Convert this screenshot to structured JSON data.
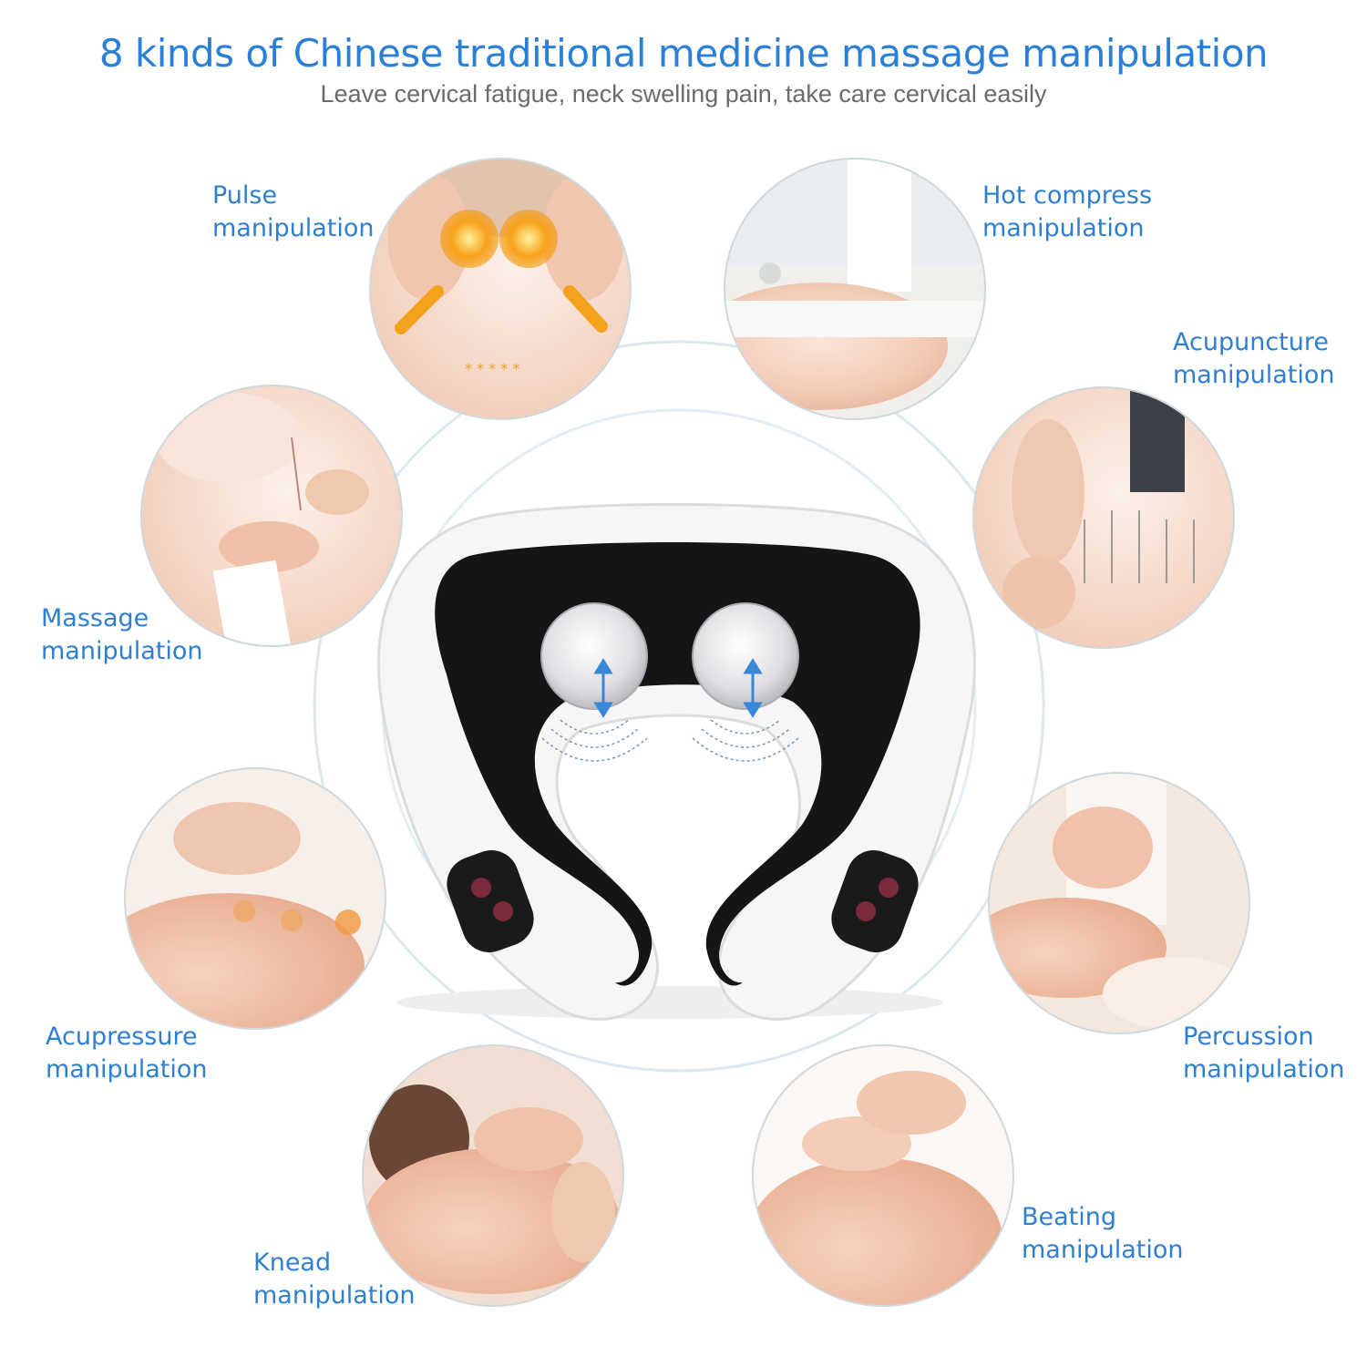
{
  "header": {
    "title": "8 kinds of Chinese traditional medicine massage manipulation",
    "subtitle": "Leave cervical fatigue, neck swelling pain, take care cervical easily"
  },
  "manipulations": [
    {
      "line1": "Pulse",
      "line2": "manipulation"
    },
    {
      "line1": "Hot compress",
      "line2": "manipulation"
    },
    {
      "line1": "Acupuncture",
      "line2": "manipulation"
    },
    {
      "line1": "Massage",
      "line2": "manipulation"
    },
    {
      "line1": "Percussion",
      "line2": "manipulation"
    },
    {
      "line1": "Acupressure",
      "line2": "manipulation"
    },
    {
      "line1": "Beating",
      "line2": "manipulation"
    },
    {
      "line1": "Knead",
      "line2": "manipulation"
    }
  ],
  "colors": {
    "accent": "#2a7fd6",
    "subtitle": "#6b6b6b",
    "ring": "#d6e7ee",
    "device_white": "#f7f7f8",
    "device_black": "#141414",
    "skin": "#f3cdb8",
    "arrow": "#3a86d8"
  }
}
